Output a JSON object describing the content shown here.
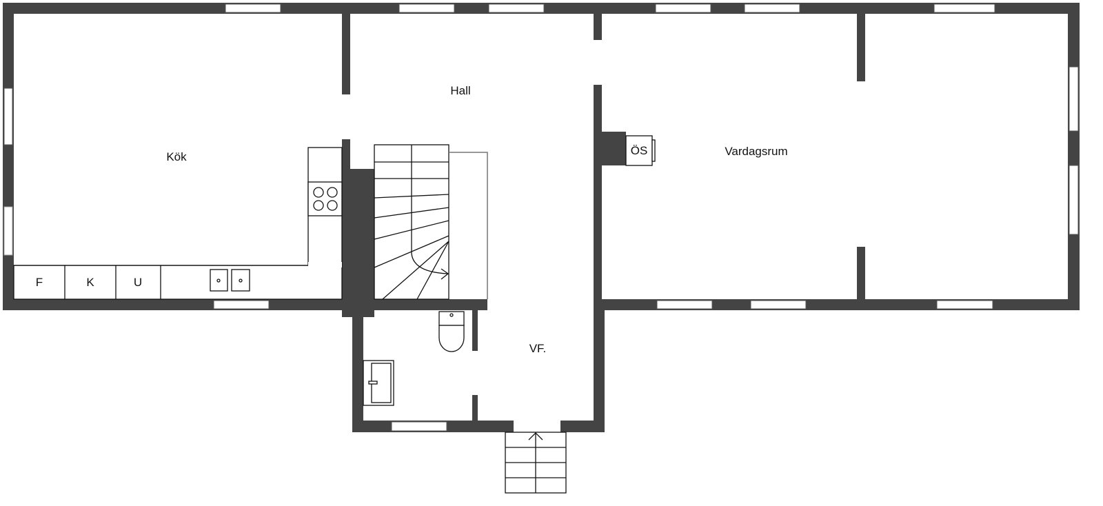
{
  "rooms": {
    "kitchen": "Kök",
    "hall": "Hall",
    "living_room": "Vardagsrum",
    "bathroom_entry": "VF.",
    "stove": "ÖS"
  },
  "kitchen_appliances": {
    "fridge": "F",
    "cooler": "K",
    "oven": "U"
  },
  "colors": {
    "wall": "#444444",
    "background": "#ffffff"
  }
}
